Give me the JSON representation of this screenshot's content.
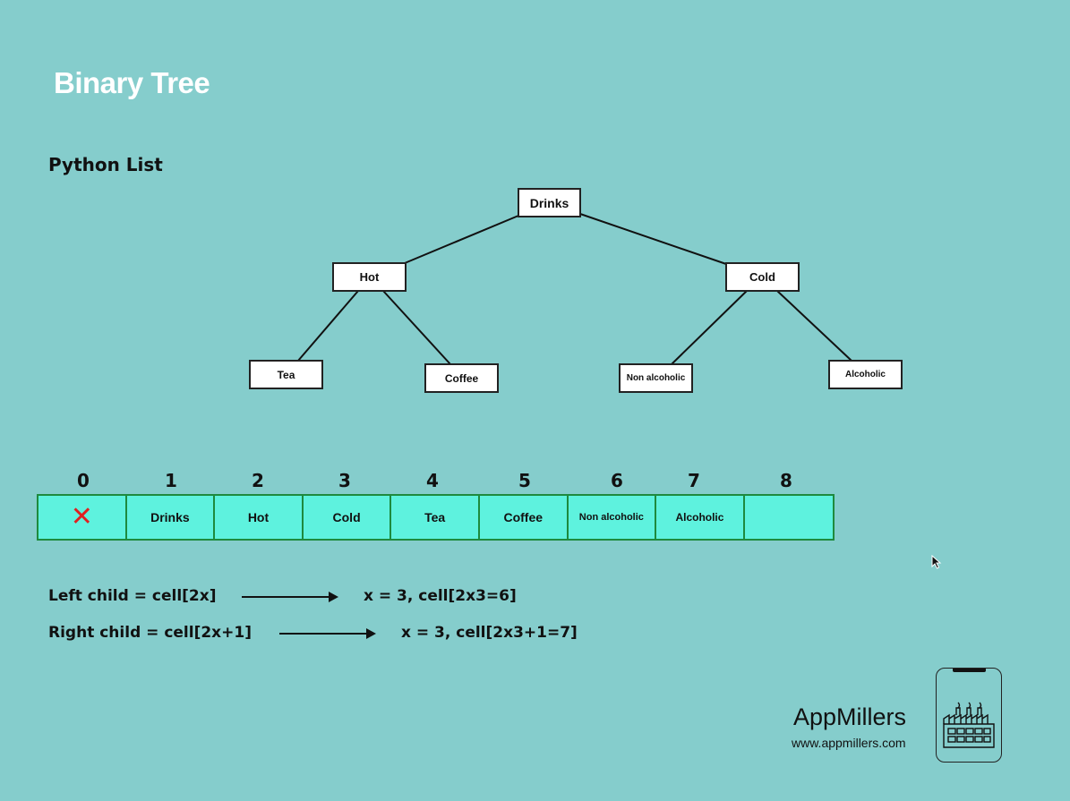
{
  "title": "Binary Tree",
  "subtitle": "Python List",
  "tree": {
    "root": "Drinks",
    "level1": [
      "Hot",
      "Cold"
    ],
    "level2": [
      "Tea",
      "Coffee",
      "Non alcoholic",
      "Alcoholic"
    ]
  },
  "array": {
    "indices": [
      "0",
      "1",
      "2",
      "3",
      "4",
      "5",
      "6",
      "7",
      "8"
    ],
    "cells": [
      "✕",
      "Drinks",
      "Hot",
      "Cold",
      "Tea",
      "Coffee",
      "Non alcoholic",
      "Alcoholic",
      ""
    ]
  },
  "formulas": {
    "left_child": "Left child = cell[2x]",
    "left_example": "x = 3, cell[2x3=6]",
    "right_child": "Right child = cell[2x+1]",
    "right_example": "x = 3, cell[2x3+1=7]"
  },
  "brand": {
    "name": "AppMillers",
    "url": "www.appmillers.com"
  },
  "colors": {
    "background": "#85cdcc",
    "cell_fill": "#5ef2de",
    "cell_border": "#1e8a3e",
    "empty_marker": "#e02020"
  }
}
